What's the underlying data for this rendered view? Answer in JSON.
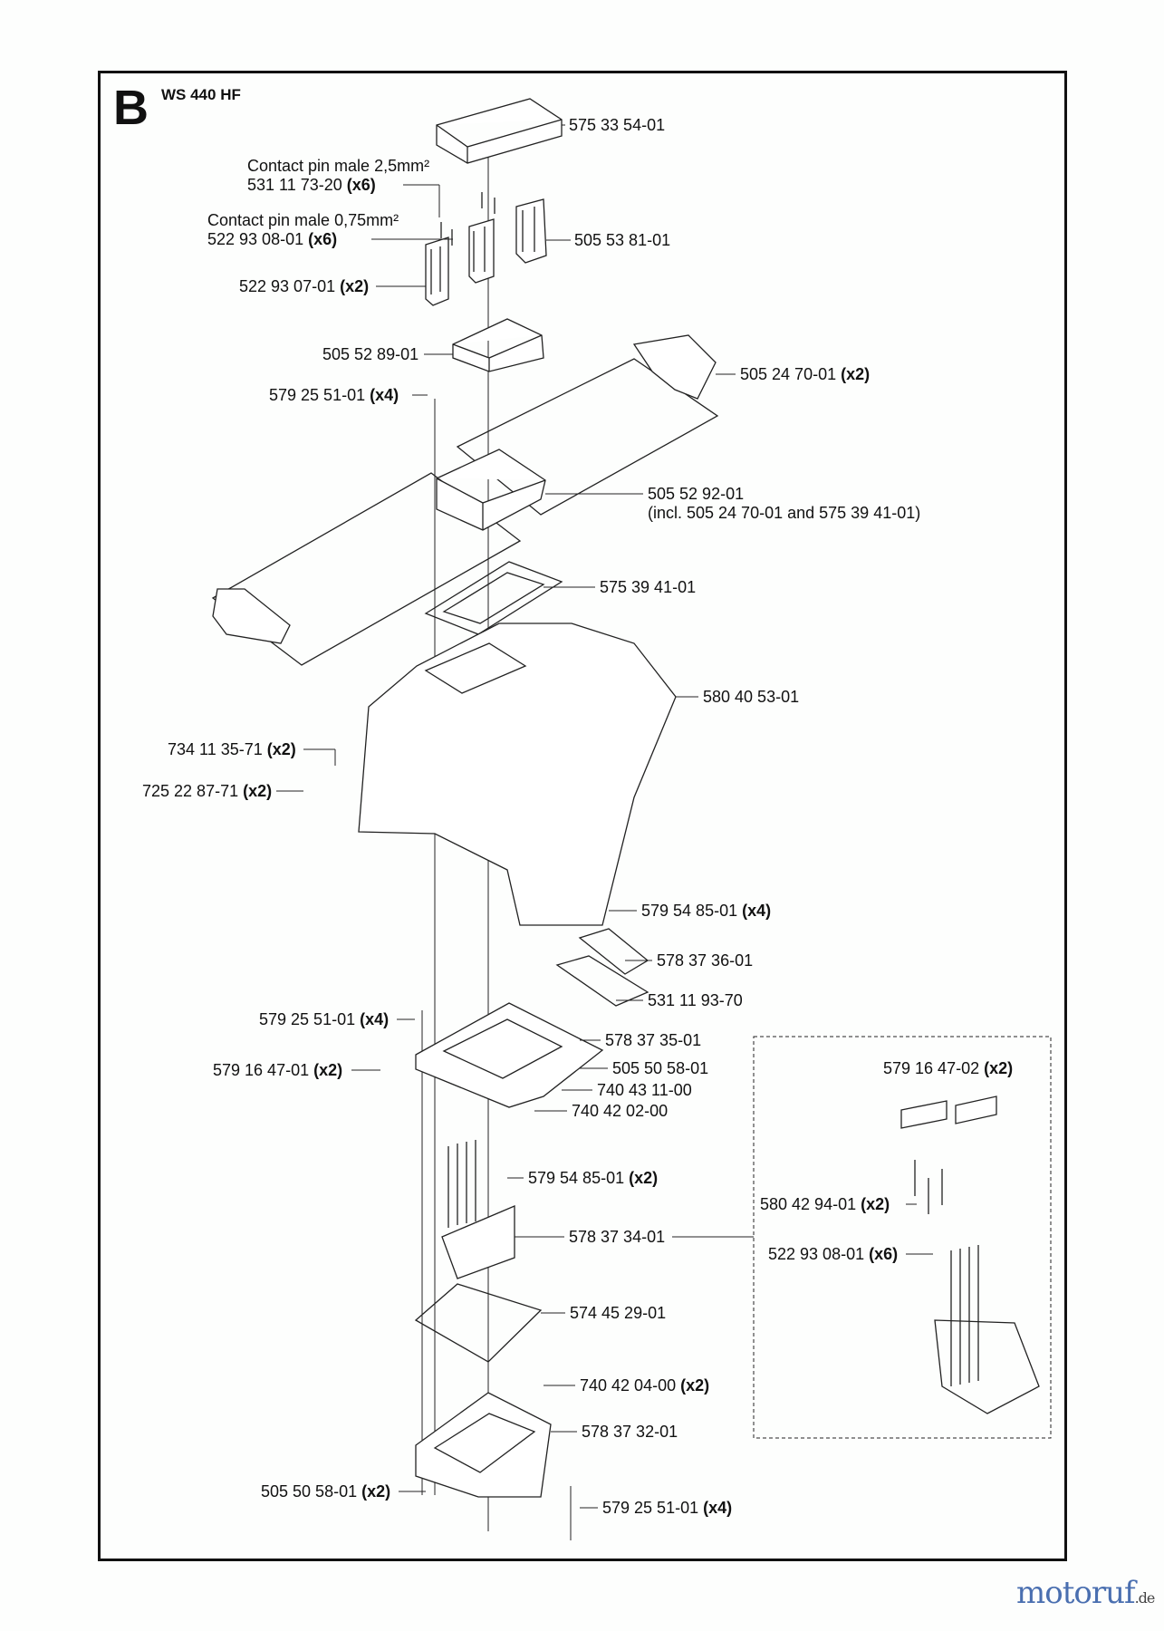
{
  "diagram": {
    "section_letter": "B",
    "model": "WS 440 HF",
    "callouts": [
      {
        "part": "575 33 54-01"
      },
      {
        "desc": "Contact pin male 2,5mm²",
        "part": "531 11 73-20",
        "qty": "(x6)"
      },
      {
        "desc": "Contact pin male 0,75mm²",
        "part": "522 93 08-01",
        "qty": "(x6)"
      },
      {
        "part": "505 53 81-01"
      },
      {
        "part": "522 93 07-01",
        "qty": "(x2)"
      },
      {
        "part": "505 52 89-01"
      },
      {
        "part": "505 24 70-01",
        "qty": "(x2)"
      },
      {
        "part": "579 25 51-01",
        "qty": "(x4)"
      },
      {
        "part": "505 52 92-01",
        "note": "(incl. 505 24 70-01 and 575 39 41-01)"
      },
      {
        "part": "575 39 41-01"
      },
      {
        "part": "580 40 53-01"
      },
      {
        "part": "734 11 35-71",
        "qty": "(x2)"
      },
      {
        "part": "725 22 87-71",
        "qty": "(x2)"
      },
      {
        "part": "579 54 85-01",
        "qty": "(x4)"
      },
      {
        "part": "578 37 36-01"
      },
      {
        "part": "531 11 93-70"
      },
      {
        "part": "579 25 51-01",
        "qty": "(x4)"
      },
      {
        "part": "578 37 35-01"
      },
      {
        "part": "579 16 47-01",
        "qty": "(x2)"
      },
      {
        "part": "505 50 58-01"
      },
      {
        "part": "740 43 11-00"
      },
      {
        "part": "740 42 02-00"
      },
      {
        "part": "579 54 85-01",
        "qty": "(x2)"
      },
      {
        "part": "578 37 34-01"
      },
      {
        "part": "574 45 29-01"
      },
      {
        "part": "740 42 04-00",
        "qty": "(x2)"
      },
      {
        "part": "578 37 32-01"
      },
      {
        "part": "505 50 58-01",
        "qty": "(x2)"
      },
      {
        "part": "579 25 51-01",
        "qty": "(x4)"
      },
      {
        "part": "579 16 47-02",
        "qty": "(x2)"
      },
      {
        "part": "580 42 94-01",
        "qty": "(x2)"
      },
      {
        "part": "522 93 08-01",
        "qty": "(x6)"
      }
    ]
  },
  "watermark": {
    "brand": "motoruf",
    "tld": ".de"
  }
}
